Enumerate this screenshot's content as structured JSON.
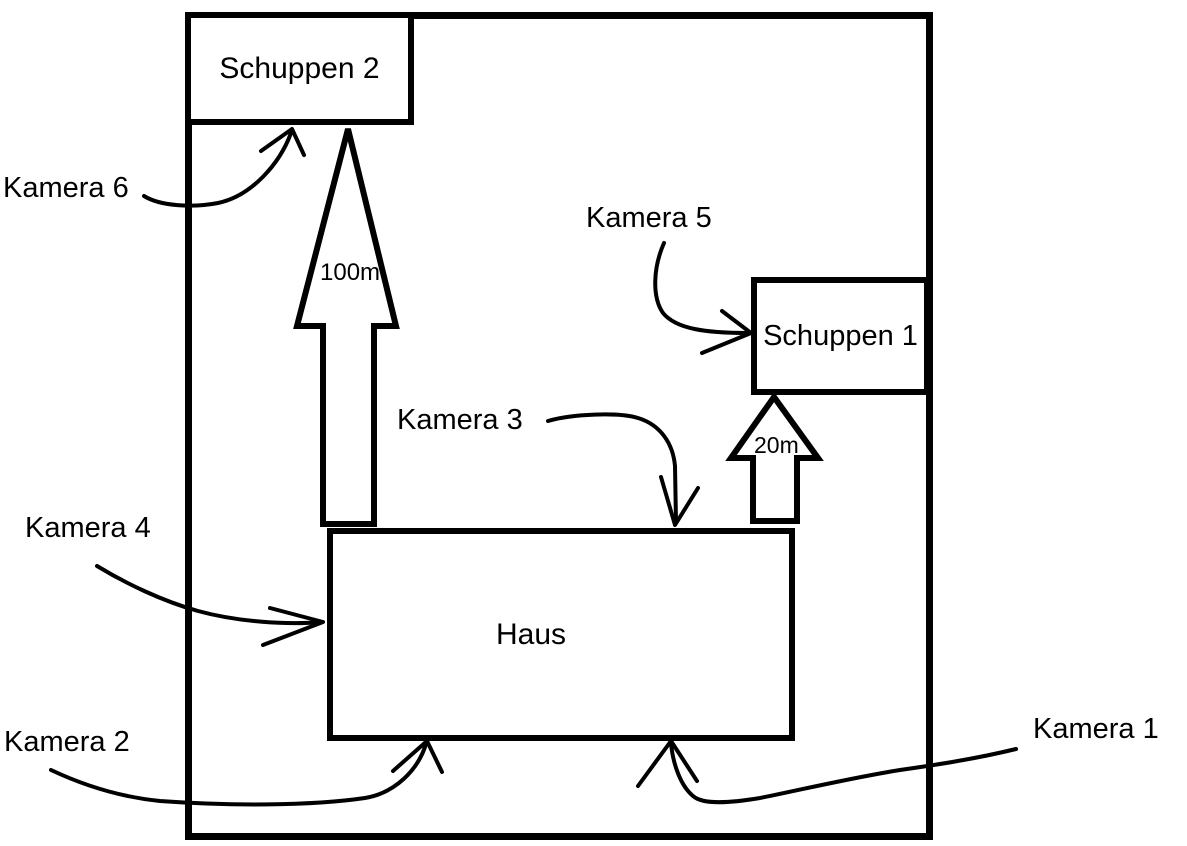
{
  "diagram": {
    "type": "site-plan-sketch",
    "colors": {
      "background": "#ffffff",
      "line": "#000000",
      "text": "#000000"
    },
    "buildings": {
      "schuppen2": {
        "label": "Schuppen 2"
      },
      "schuppen1": {
        "label": "Schuppen 1"
      },
      "haus": {
        "label": "Haus"
      }
    },
    "distance_arrows": {
      "haus_to_schuppen2": {
        "label": "100m",
        "from": "Haus",
        "to": "Schuppen 2"
      },
      "haus_to_schuppen1": {
        "label": "20m",
        "from": "Haus",
        "to": "Schuppen 1"
      }
    },
    "cameras": [
      {
        "label": "Kamera 1",
        "points_at": "Haus bottom right"
      },
      {
        "label": "Kamera 2",
        "points_at": "Haus bottom left"
      },
      {
        "label": "Kamera 3",
        "points_at": "Haus top"
      },
      {
        "label": "Kamera 4",
        "points_at": "Haus left side"
      },
      {
        "label": "Kamera 5",
        "points_at": "Schuppen 1"
      },
      {
        "label": "Kamera 6",
        "points_at": "Schuppen 2"
      }
    ]
  }
}
